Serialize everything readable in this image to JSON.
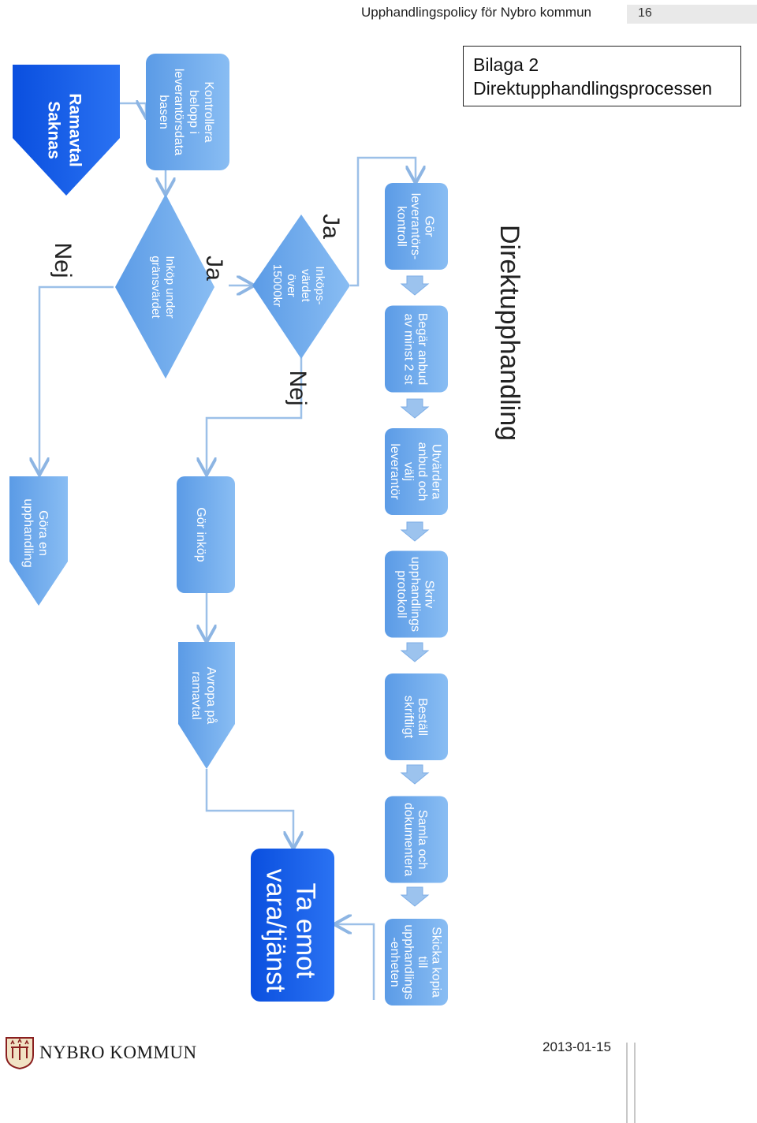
{
  "header": {
    "title": "Upphandlingspolicy för Nybro kommun",
    "page_number": "16"
  },
  "appendix": {
    "line1": "Bilaga 2",
    "line2": "Direktupphandlingsprocessen"
  },
  "flowchart": {
    "main_title": "Direktupphandling",
    "start_shape": [
      "Ramavtal",
      "Saknas"
    ],
    "check_box": [
      "Kontrollera",
      "belopp i",
      "leverantörsdata",
      "basen"
    ],
    "decision_threshold": [
      "Inköp under",
      "gränsvärdet"
    ],
    "decision_amount": [
      "Inköps-",
      "värdet",
      "över",
      "15000kr"
    ],
    "label_yes_1": "Ja",
    "label_yes_2": "Ja",
    "label_no_1": "Nej",
    "label_no_2": "Nej",
    "steps": [
      [
        "Gör",
        "leverantörs-",
        "kontroll"
      ],
      [
        "Begär anbud",
        "av minst 2 st"
      ],
      [
        "Utvärdera",
        "anbud och",
        "välj",
        "leverantör"
      ],
      [
        "Skriv",
        "upphandlings",
        "protokoll"
      ],
      [
        "Beställ",
        "skriftligt"
      ],
      [
        "Samla och",
        "dokumentera"
      ],
      [
        "Skicka kopia",
        "till",
        "upphandlings",
        "-enheten"
      ]
    ],
    "do_purchase": [
      "Gör inköp"
    ],
    "call_off": [
      "Avropa på",
      "ramavtal"
    ],
    "procure": [
      "Göra en",
      "upphandling"
    ],
    "receive": [
      "Ta emot",
      "vara/tjänst"
    ]
  },
  "footer": {
    "logo_text": "NYBRO KOMMUN",
    "date": "2013-01-15"
  },
  "colors": {
    "box_light": "#6aa7ec",
    "box_deep": "#1158e8",
    "connector": "#8db5e3"
  }
}
